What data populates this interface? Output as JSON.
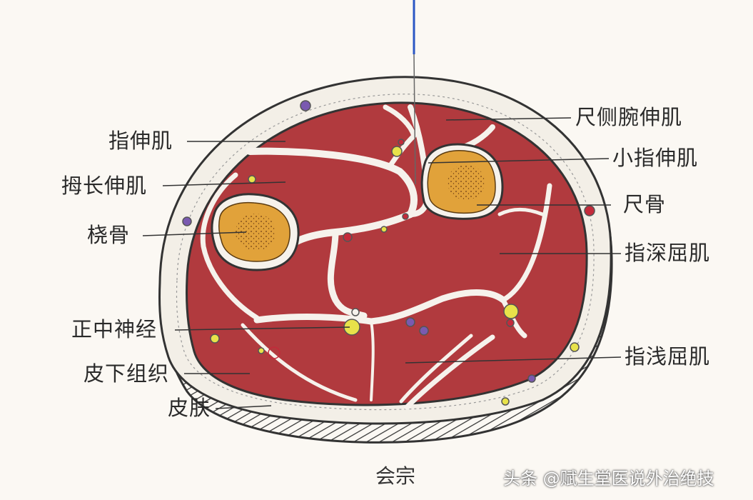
{
  "labels": {
    "ecu": "尺侧腕伸肌",
    "edm": "小指伸肌",
    "ulna": "尺骨",
    "fdp": "指深屈肌",
    "fds": "指浅屈肌",
    "ed": "指伸肌",
    "epl": "拇长伸肌",
    "radius": "桡骨",
    "median_nerve": "正中神经",
    "subcutis": "皮下组织",
    "skin": "皮肤"
  },
  "caption": "会宗",
  "watermark": "头条 @赋生堂医说外治绝技",
  "colors": {
    "muscle": "#b13a3e",
    "bone": "#e1a23a",
    "fascia": "#f6f2ec",
    "subcutis": "#f3efe7",
    "outline": "#333333",
    "needle": "#2b57c4",
    "nerve": "#e8e24a",
    "artery": "#c42a3a",
    "vein": "#7a5ab0"
  }
}
